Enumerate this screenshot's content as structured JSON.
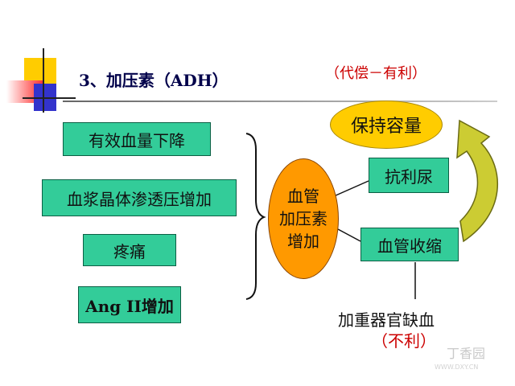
{
  "title": "3、加压素（ADH）",
  "annotation": "（代偿－有利）",
  "causes": [
    "有效血量下降",
    "血浆晶体渗透压增加",
    "疼痛",
    "Ang II增加"
  ],
  "center": [
    "血管",
    "加压素",
    "增加"
  ],
  "effects": {
    "antidiuresis": "抗利尿",
    "vasoconstriction": "血管收缩",
    "maintain_volume": "保持容量"
  },
  "consequence": "加重器官缺血",
  "consequence_note": "（不利）",
  "watermark": "丁香园",
  "watermark_url": "WWW.DXY.CN",
  "colors": {
    "box_fill": "#33cc99",
    "center_fill": "#ff9900",
    "volume_fill": "#ffcc00",
    "title_color": "#00004a",
    "note_red": "#cc0000",
    "arrow_fill": "#cccc33"
  }
}
